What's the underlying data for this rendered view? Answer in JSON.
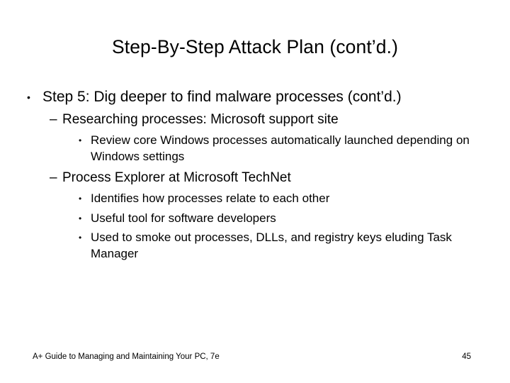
{
  "slide": {
    "title": "Step-By-Step Attack Plan (cont’d.)",
    "background_color": "#ffffff",
    "text_color": "#000000",
    "bullets": [
      {
        "level": 1,
        "marker": "•",
        "text": "Step 5: Dig deeper to find malware processes (cont’d.)"
      },
      {
        "level": 2,
        "marker": "–",
        "text": "Researching processes: Microsoft support site"
      },
      {
        "level": 3,
        "marker": "•",
        "text": "Review core Windows processes automatically launched depending on Windows settings"
      },
      {
        "level": 2,
        "marker": "–",
        "text": "Process Explorer at Microsoft TechNet"
      },
      {
        "level": 3,
        "marker": "•",
        "text": "Identifies how processes relate to each other"
      },
      {
        "level": 3,
        "marker": "•",
        "text": "Useful tool for software developers"
      },
      {
        "level": 3,
        "marker": "•",
        "text": "Used to smoke out processes, DLLs, and registry keys eluding Task Manager"
      }
    ],
    "footer": {
      "text": "A+ Guide to Managing and Maintaining Your PC, 7e",
      "page_number": "45"
    }
  }
}
